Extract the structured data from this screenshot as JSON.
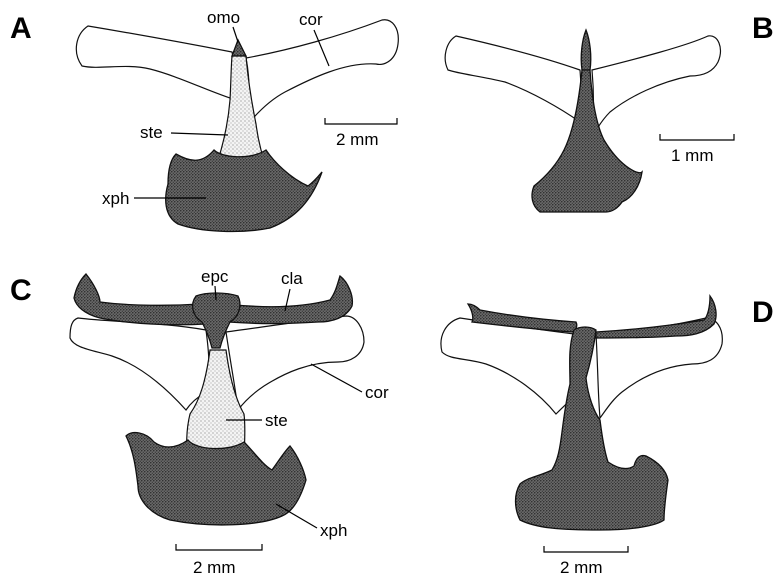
{
  "figure": {
    "panels": {
      "A": {
        "letter": "A",
        "labels": {
          "omo": "omo",
          "cor": "cor",
          "ste": "ste",
          "xph": "xph"
        },
        "scale": "2 mm"
      },
      "B": {
        "letter": "B",
        "scale": "1 mm"
      },
      "C": {
        "letter": "C",
        "labels": {
          "epc": "epc",
          "cla": "cla",
          "cor": "cor",
          "ste": "ste",
          "xph": "xph"
        },
        "scale": "2 mm"
      },
      "D": {
        "letter": "D",
        "scale": "2 mm"
      }
    }
  }
}
